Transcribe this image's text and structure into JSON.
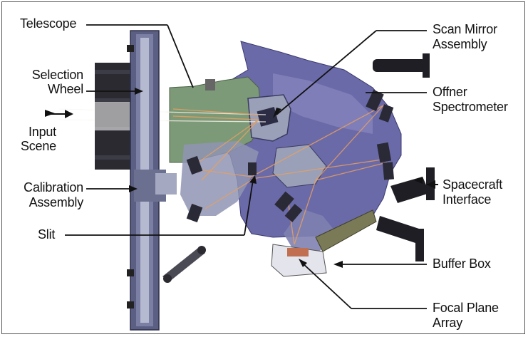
{
  "labels": {
    "telescope": "Telescope",
    "selection_wheel": [
      "Selection",
      "Wheel"
    ],
    "input_scene": [
      "Input",
      "Scene"
    ],
    "calibration_assembly": [
      "Calibration",
      "Assembly"
    ],
    "slit": "Slit",
    "scan_mirror_assembly": [
      "Scan Mirror",
      "Assembly"
    ],
    "offner_spectrometer": [
      "Offner",
      "Spectrometer"
    ],
    "spacecraft_interface": [
      "Spacecraft",
      "Interface"
    ],
    "buffer_box": "Buffer Box",
    "focal_plane_array": [
      "Focal Plane",
      "Array"
    ]
  },
  "colors": {
    "spectrometer_housing": "#6b6aa8",
    "telescope_body": "#7d9a78",
    "structure_gray": "#9aa0b8",
    "selection_wheel": "#2a2a30",
    "light_rays": "#e8a060"
  }
}
